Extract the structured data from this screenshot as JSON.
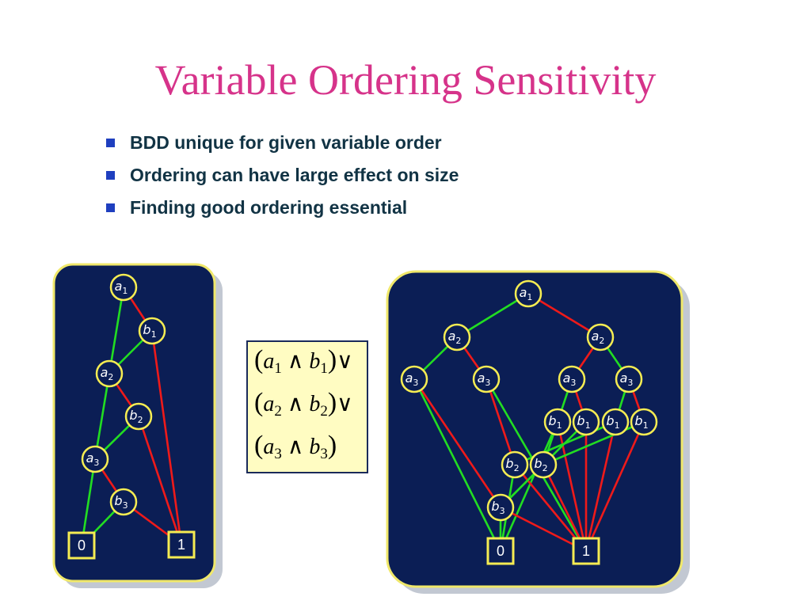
{
  "title": "Variable Ordering Sensitivity",
  "bullets": [
    "BDD unique for given variable order",
    "Ordering can have large effect on size",
    "Finding good ordering essential"
  ],
  "formula": {
    "lines": [
      {
        "a": "a",
        "a_sub": "1",
        "b": "b",
        "b_sub": "1",
        "op": "∨"
      },
      {
        "a": "a",
        "a_sub": "2",
        "b": "b",
        "b_sub": "2",
        "op": "∨"
      },
      {
        "a": "a",
        "a_sub": "3",
        "b": "b",
        "b_sub": "3",
        "op": ""
      }
    ],
    "and_symbol": "∧"
  },
  "colors": {
    "title": "#d6338a",
    "bullet_text": "#113344",
    "bullet_marker": "#1f3fbf",
    "panel_fill": "#0b1e55",
    "panel_border": "#f0e86a",
    "high_edge": "#22dd22",
    "low_edge": "#ee1a1a",
    "formula_box": "#fffcc2"
  },
  "left_bdd": {
    "nodes": [
      {
        "id": "a1",
        "var": "a",
        "sub": "1"
      },
      {
        "id": "b1",
        "var": "b",
        "sub": "1"
      },
      {
        "id": "a2",
        "var": "a",
        "sub": "2"
      },
      {
        "id": "b2",
        "var": "b",
        "sub": "2"
      },
      {
        "id": "a3",
        "var": "a",
        "sub": "3"
      },
      {
        "id": "b3",
        "var": "b",
        "sub": "3"
      }
    ],
    "terminals": [
      {
        "id": "t0",
        "label": "0"
      },
      {
        "id": "t1",
        "label": "1"
      }
    ],
    "edges": [
      {
        "from": "a1",
        "to": "a2",
        "type": "high"
      },
      {
        "from": "a1",
        "to": "b1",
        "type": "low"
      },
      {
        "from": "b1",
        "to": "a2",
        "type": "high"
      },
      {
        "from": "b1",
        "to": "t1",
        "type": "low"
      },
      {
        "from": "a2",
        "to": "a3",
        "type": "high"
      },
      {
        "from": "a2",
        "to": "b2",
        "type": "low"
      },
      {
        "from": "b2",
        "to": "a3",
        "type": "high"
      },
      {
        "from": "b2",
        "to": "t1",
        "type": "low"
      },
      {
        "from": "a3",
        "to": "t0",
        "type": "high"
      },
      {
        "from": "a3",
        "to": "b3",
        "type": "low"
      },
      {
        "from": "b3",
        "to": "t0",
        "type": "high"
      },
      {
        "from": "b3",
        "to": "t1",
        "type": "low"
      }
    ]
  },
  "right_bdd": {
    "nodes": [
      {
        "id": "a1",
        "var": "a",
        "sub": "1"
      },
      {
        "id": "a2L",
        "var": "a",
        "sub": "2"
      },
      {
        "id": "a2R",
        "var": "a",
        "sub": "2"
      },
      {
        "id": "a3A",
        "var": "a",
        "sub": "3"
      },
      {
        "id": "a3B",
        "var": "a",
        "sub": "3"
      },
      {
        "id": "a3C",
        "var": "a",
        "sub": "3"
      },
      {
        "id": "a3D",
        "var": "a",
        "sub": "3"
      },
      {
        "id": "b1A",
        "var": "b",
        "sub": "1"
      },
      {
        "id": "b1B",
        "var": "b",
        "sub": "1"
      },
      {
        "id": "b1C",
        "var": "b",
        "sub": "1"
      },
      {
        "id": "b1D",
        "var": "b",
        "sub": "1"
      },
      {
        "id": "b2A",
        "var": "b",
        "sub": "2"
      },
      {
        "id": "b2B",
        "var": "b",
        "sub": "2"
      },
      {
        "id": "b3",
        "var": "b",
        "sub": "3"
      }
    ],
    "terminals": [
      {
        "id": "t0",
        "label": "0"
      },
      {
        "id": "t1",
        "label": "1"
      }
    ],
    "edges": [
      {
        "from": "a1",
        "to": "a2L",
        "type": "high"
      },
      {
        "from": "a1",
        "to": "a2R",
        "type": "low"
      },
      {
        "from": "a2L",
        "to": "a3A",
        "type": "high"
      },
      {
        "from": "a2L",
        "to": "a3B",
        "type": "low"
      },
      {
        "from": "a2R",
        "to": "a3C",
        "type": "low"
      },
      {
        "from": "a2R",
        "to": "a3D",
        "type": "high"
      },
      {
        "from": "a3A",
        "to": "t0",
        "type": "high"
      },
      {
        "from": "a3A",
        "to": "b3",
        "type": "low"
      },
      {
        "from": "a3B",
        "to": "b2A",
        "type": "low"
      },
      {
        "from": "a3B",
        "to": "t1",
        "type": "high"
      },
      {
        "from": "a3C",
        "to": "b2B",
        "type": "high"
      },
      {
        "from": "a3C",
        "to": "b1B",
        "type": "low"
      },
      {
        "from": "a3D",
        "to": "b1D",
        "type": "low"
      },
      {
        "from": "a3D",
        "to": "b1C",
        "type": "high"
      },
      {
        "from": "b1A",
        "to": "t0",
        "type": "high"
      },
      {
        "from": "b1A",
        "to": "t1",
        "type": "low"
      },
      {
        "from": "b1B",
        "to": "b3",
        "type": "high"
      },
      {
        "from": "b1B",
        "to": "t1",
        "type": "low"
      },
      {
        "from": "b1C",
        "to": "b2A",
        "type": "high"
      },
      {
        "from": "b1C",
        "to": "t1",
        "type": "low"
      },
      {
        "from": "b1D",
        "to": "b2B",
        "type": "high"
      },
      {
        "from": "b1D",
        "to": "t1",
        "type": "low"
      },
      {
        "from": "b2A",
        "to": "t0",
        "type": "high"
      },
      {
        "from": "b2A",
        "to": "t1",
        "type": "low"
      },
      {
        "from": "b2B",
        "to": "b3",
        "type": "high"
      },
      {
        "from": "b2B",
        "to": "t1",
        "type": "low"
      },
      {
        "from": "b3",
        "to": "t0",
        "type": "high"
      },
      {
        "from": "b3",
        "to": "t1",
        "type": "low"
      }
    ]
  }
}
